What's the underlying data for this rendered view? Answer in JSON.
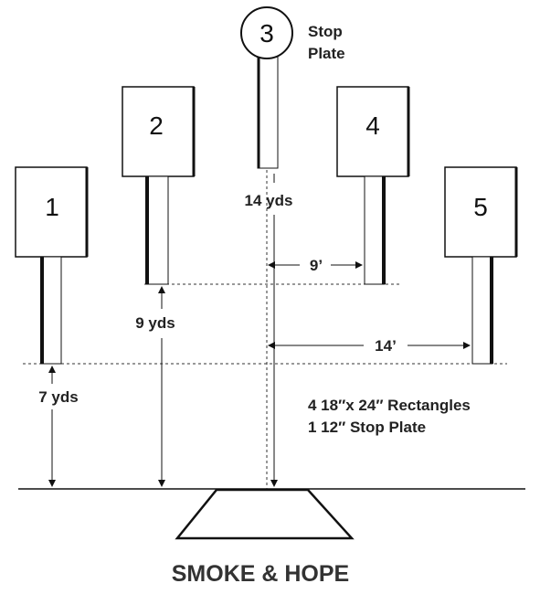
{
  "title": "SMOKE & HOPE",
  "targets": {
    "t1": "1",
    "t2": "2",
    "t3": "3",
    "t4": "4",
    "t5": "5"
  },
  "stop_plate_label": [
    "Stop",
    "Plate"
  ],
  "distances": {
    "d14yds": "14 yds",
    "d9yds": "9 yds",
    "d7yds": "7 yds",
    "d9ft": "9’",
    "d14ft": "14’"
  },
  "notes": [
    "4 18″x 24″ Rectangles",
    "1 12″ Stop Plate"
  ],
  "colors": {
    "line": "#111111",
    "text": "#222222",
    "background": "#ffffff"
  }
}
